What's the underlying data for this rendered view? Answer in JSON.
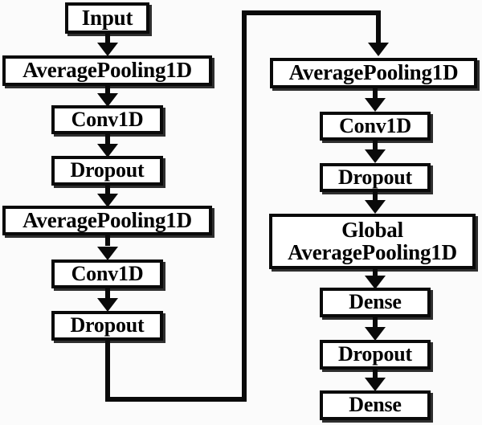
{
  "diagram": {
    "title": "CNN architecture block diagram",
    "background_color": "#fbfbfb",
    "stroke_color": "#0a0a0a",
    "node_fill_color": "#ffffff",
    "left_column": [
      {
        "id": "input",
        "label": "Input"
      },
      {
        "id": "avgpool-1",
        "label": "AveragePooling1D"
      },
      {
        "id": "conv1d-1",
        "label": "Conv1D"
      },
      {
        "id": "dropout-1",
        "label": "Dropout"
      },
      {
        "id": "avgpool-2",
        "label": "AveragePooling1D"
      },
      {
        "id": "conv1d-2",
        "label": "Conv1D"
      },
      {
        "id": "dropout-2",
        "label": "Dropout"
      }
    ],
    "right_column": [
      {
        "id": "avgpool-3",
        "label": "AveragePooling1D"
      },
      {
        "id": "conv1d-3",
        "label": "Conv1D"
      },
      {
        "id": "dropout-3",
        "label": "Dropout"
      },
      {
        "id": "global-avgpool",
        "label": "Global\nAveragePooling1D"
      },
      {
        "id": "dense-1",
        "label": "Dense"
      },
      {
        "id": "dropout-4",
        "label": "Dropout"
      },
      {
        "id": "dense-2",
        "label": "Dense"
      }
    ],
    "connector_label": ""
  }
}
